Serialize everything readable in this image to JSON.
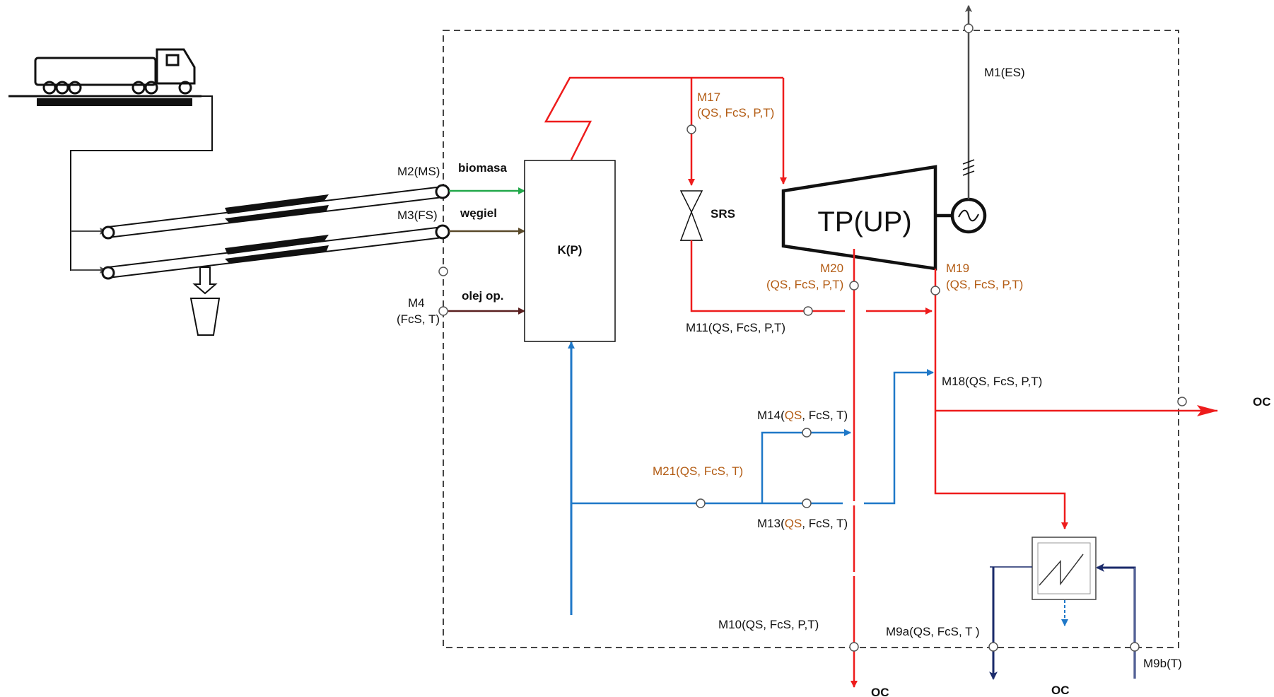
{
  "colors": {
    "steam": "#ee1c1c",
    "water": "#1f78c8",
    "biomass": "#22a84a",
    "coal": "#5a4a2a",
    "oil": "#5a2020",
    "dark_blue": "#1a2a6a",
    "boundary": "#444444",
    "orange_label": "#b35c14"
  },
  "units": {
    "turbine": "TP(UP)",
    "boiler": "K(P)",
    "reducer": "SRS"
  },
  "fuels": {
    "biomass": "biomasa",
    "coal": "węgiel",
    "oil": "olej op."
  },
  "streams": {
    "m1": "M1(ES)",
    "m2": "M2(MS)",
    "m3": "M3(FS)",
    "m4a": "M4",
    "m4b": "(FcS, T)",
    "m17a": "M17",
    "m17b": "(QS, FcS, P,T)",
    "m20a": "M20",
    "m20b": "(QS, FcS, P,T)",
    "m19a": "M19",
    "m19b": "(QS, FcS, P,T)",
    "m11": "M11(QS, FcS, P,T)",
    "m18": "M18(QS, FcS, P,T)",
    "m14_pre": "M14(",
    "m14_qs": "QS",
    "m14_post": ", FcS, T)",
    "m21": "M21(QS, FcS, T)",
    "m13_pre": "M13(",
    "m13_qs": "QS",
    "m13_post": ", FcS, T)",
    "m10": "M10(QS, FcS, P,T)",
    "m9a": "M9a(QS, FcS, T )",
    "m9b": "M9b(T)"
  },
  "outputs": {
    "oc_right": "OC",
    "oc_bottom1": "OC",
    "oc_bottom2": "OC"
  },
  "icons": [
    "truck-icon",
    "generator-icon",
    "valve-icon",
    "heat-exchanger-icon",
    "conveyor-icon",
    "hopper-icon"
  ]
}
